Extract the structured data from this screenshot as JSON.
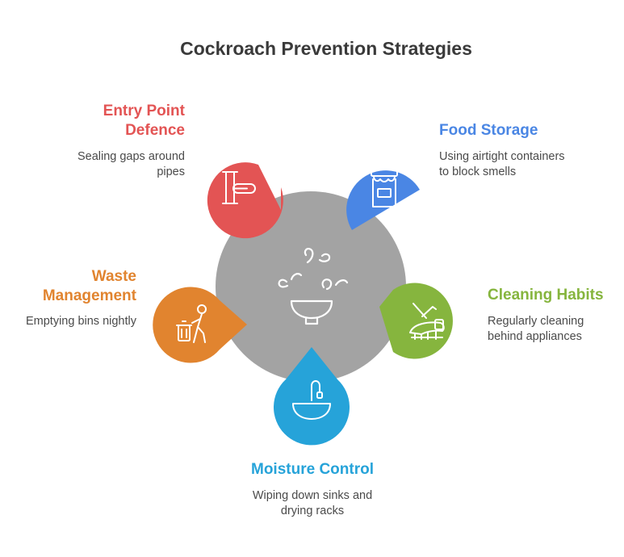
{
  "title": "Cockroach Prevention Strategies",
  "colors": {
    "center": "#a3a3a3",
    "entry": "#e35454",
    "food": "#4a86e4",
    "cleaning": "#86b53e",
    "moisture": "#26a3d9",
    "waste": "#e1842f"
  },
  "strategies": {
    "entry": {
      "label_line1": "Entry Point",
      "label_line2": "Defence",
      "desc_line1": "Sealing gaps around",
      "desc_line2": "pipes",
      "icon": "pipe-seal-icon"
    },
    "food": {
      "label": "Food Storage",
      "desc_line1": "Using airtight containers",
      "desc_line2": "to block smells",
      "icon": "food-jar-icon"
    },
    "cleaning": {
      "label": "Cleaning Habits",
      "desc_line1": "Regularly cleaning",
      "desc_line2": "behind appliances",
      "icon": "broom-icon"
    },
    "moisture": {
      "label": "Moisture Control",
      "desc_line1": "Wiping down sinks and",
      "desc_line2": "drying racks",
      "icon": "sink-faucet-icon"
    },
    "waste": {
      "label_line1": "Waste",
      "label_line2": "Management",
      "desc": "Emptying bins nightly",
      "icon": "trash-bin-person-icon"
    }
  },
  "center_icon": "bowl-splash-icon"
}
